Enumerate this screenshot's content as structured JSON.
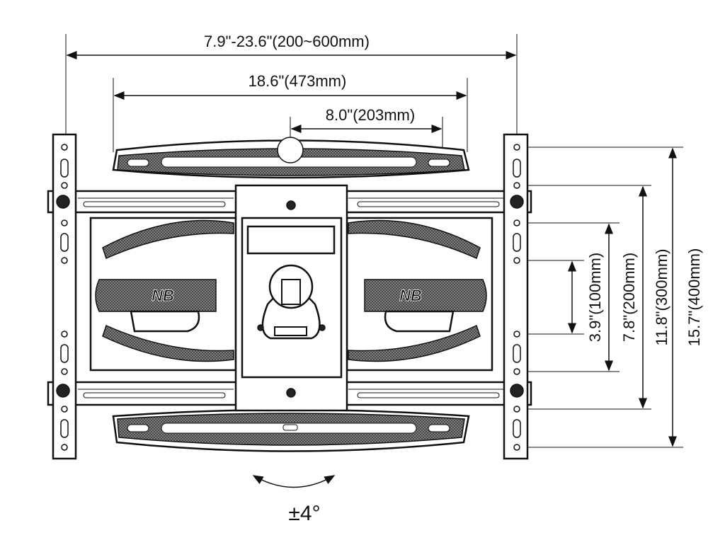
{
  "dimensions": {
    "overall_width": "7.9\"-23.6\"(200~600mm)",
    "arm_width": "18.6\"(473mm)",
    "center_width": "8.0\"(203mm)",
    "vesa_100": "3.9\"(100mm)",
    "vesa_200": "7.8\"(200mm)",
    "vesa_300": "11.8\"(300mm)",
    "vesa_400": "15.7\"(400mm)"
  },
  "tilt": "±4°",
  "logo": "NB"
}
